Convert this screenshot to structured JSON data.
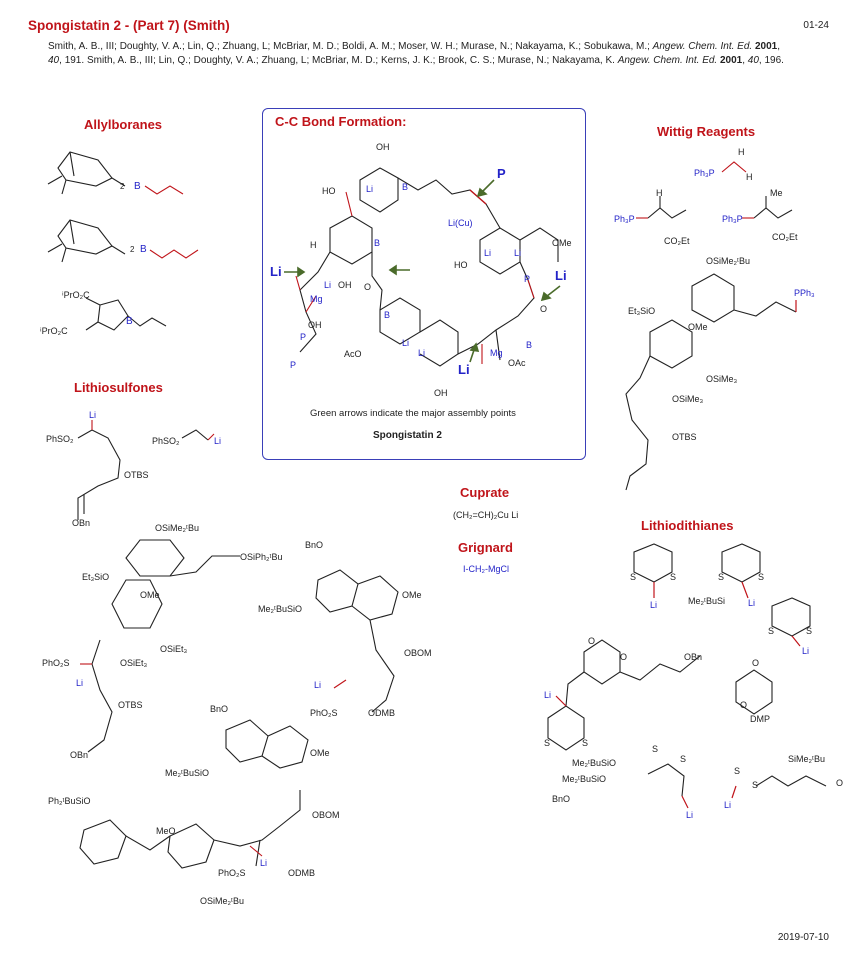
{
  "header": {
    "title": "Spongistatin 2 - (Part 7) (Smith)",
    "page_number": "01-24"
  },
  "references": {
    "ref1_authors": "Smith, A. B., III; Doughty, V. A.; Lin, Q.; Zhuang, L; McBriar, M. D.; Boldi, A. M.; Moser, W. H.; Murase, N.; Nakayama, K.; Sobukawa, M.;",
    "ref1_journal": "Angew. Chem. Int. Ed.",
    "ref1_year": "2001",
    "ref1_vol": "40",
    "ref1_page": "191.",
    "ref2_authors": "Smith, A. B., III; Lin, Q.; Doughty, V. A.; Zhuang, L; McBriar, M. D.; Kerns, J. K.; Brook, C. S.; Murase, N.; Nakayama, K.",
    "ref2_journal": "Angew. Chem. Int. Ed.",
    "ref2_year": "2001",
    "ref2_vol": "40",
    "ref2_page": "196."
  },
  "sections": {
    "allylboranes": "Allylboranes",
    "cc_bond": "C-C Bond Formation:",
    "wittig": "Wittig Reagents",
    "lithiosulfones": "Lithiosulfones",
    "cuprate": "Cuprate",
    "grignard": "Grignard",
    "lithiodithianes": "Lithiodithianes"
  },
  "center": {
    "caption": "Green arrows indicate the major assembly points",
    "compound": "Spongistatin 2"
  },
  "reagents": {
    "cuprate_formula": "(CH₂=CH)₂Cu Li",
    "grignard_formula": "I-CH₂-MgCl",
    "wittig1": "Ph₃P",
    "wittig2": "Ph₃P",
    "wittig3": "Ph₃P",
    "co2et": "CO₂Et",
    "me": "Me",
    "sulfone1": "PhSO₂",
    "sulfone2": "PhSO₂",
    "otbs": "OTBS",
    "obn": "OBn",
    "li": "Li",
    "ipro2c": "ⁱPrO₂C"
  },
  "footer": {
    "date": "2019-07-10"
  },
  "colors": {
    "heading_red": "#c0141a",
    "reagent_blue": "#2323c8",
    "box_border": "#3a3fb8",
    "arrow_green": "#4a6b2a",
    "bond_red": "#c0141a"
  }
}
